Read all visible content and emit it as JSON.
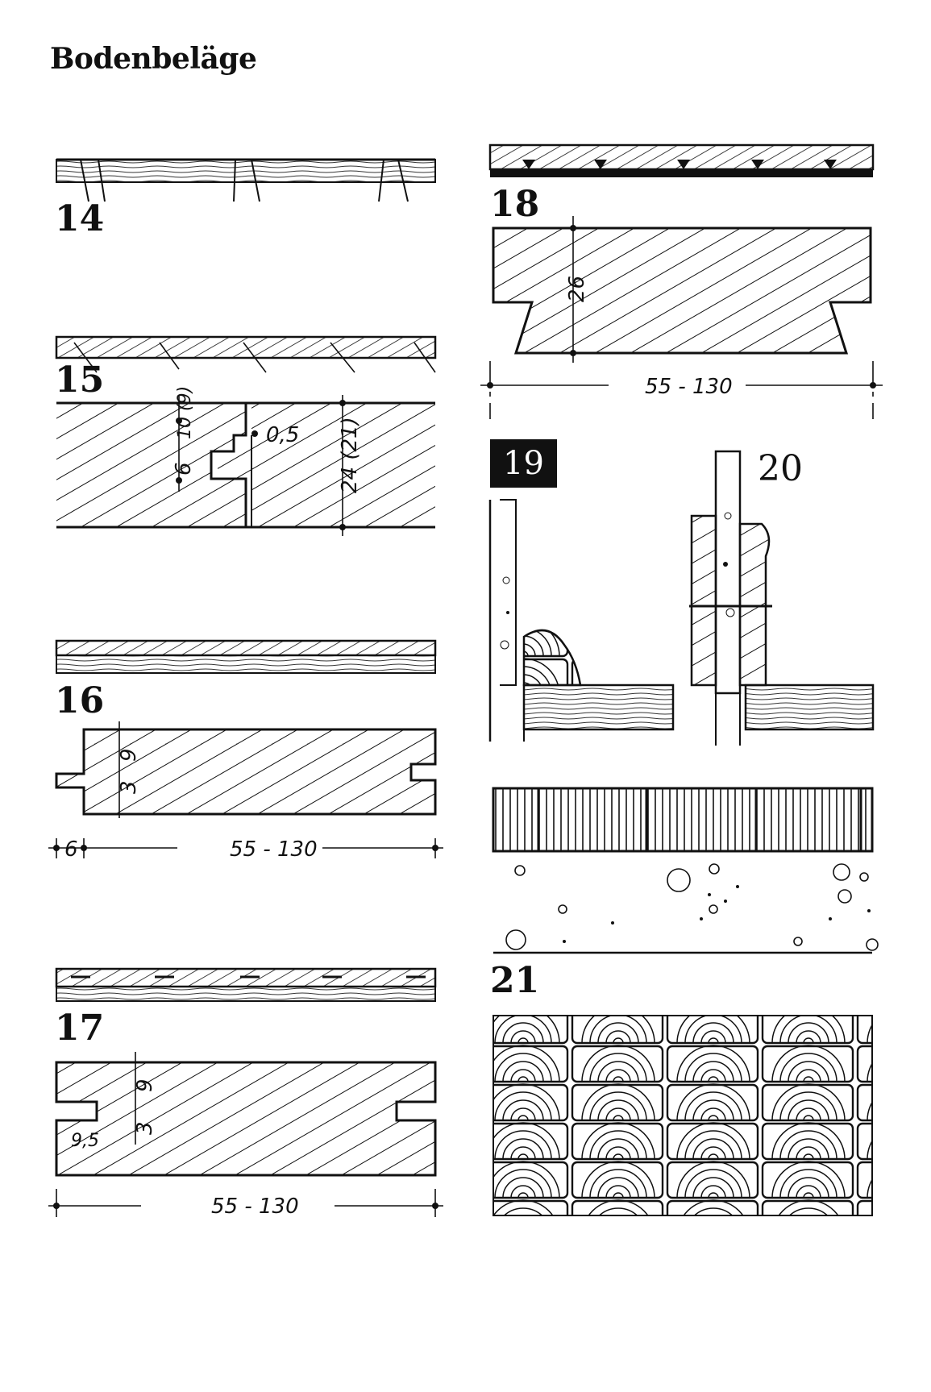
{
  "page": {
    "title": "Bodenbeläge"
  },
  "figures": [
    {
      "number": "14"
    },
    {
      "number": "15",
      "dimensions": [
        "10 (9)",
        "6",
        "0,5",
        "24 (21)"
      ]
    },
    {
      "number": "16",
      "dimensions": [
        "9",
        "3",
        "6",
        "55 - 130"
      ]
    },
    {
      "number": "17",
      "dimensions": [
        "9",
        "3",
        "9,5",
        "55 - 130"
      ]
    },
    {
      "number": "18",
      "dimensions": [
        "26",
        "55 - 130"
      ]
    },
    {
      "number": "19"
    },
    {
      "number": "20"
    },
    {
      "number": "21"
    }
  ]
}
